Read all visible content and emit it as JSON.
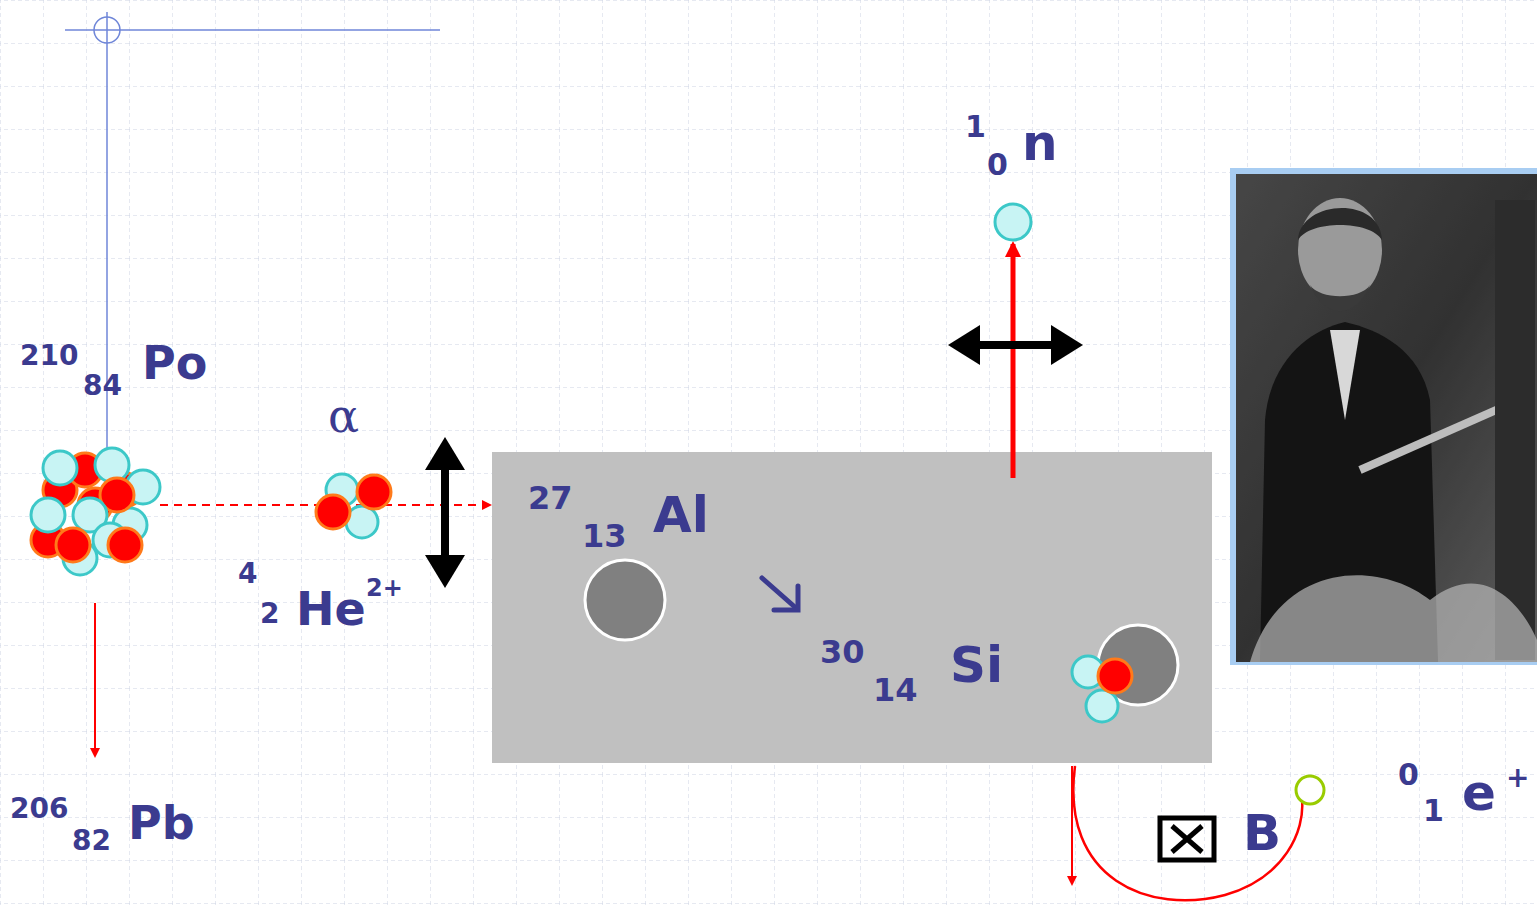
{
  "diagram": {
    "labels": [
      "1",
      "0",
      "n",
      "210",
      "84",
      "Po",
      "α",
      "4",
      "2",
      "He",
      "2+",
      "27",
      "13",
      "Al",
      "30",
      "14",
      "Si",
      "206",
      "82",
      "Pb",
      "B",
      "0",
      "1",
      "e",
      "+"
    ]
  }
}
